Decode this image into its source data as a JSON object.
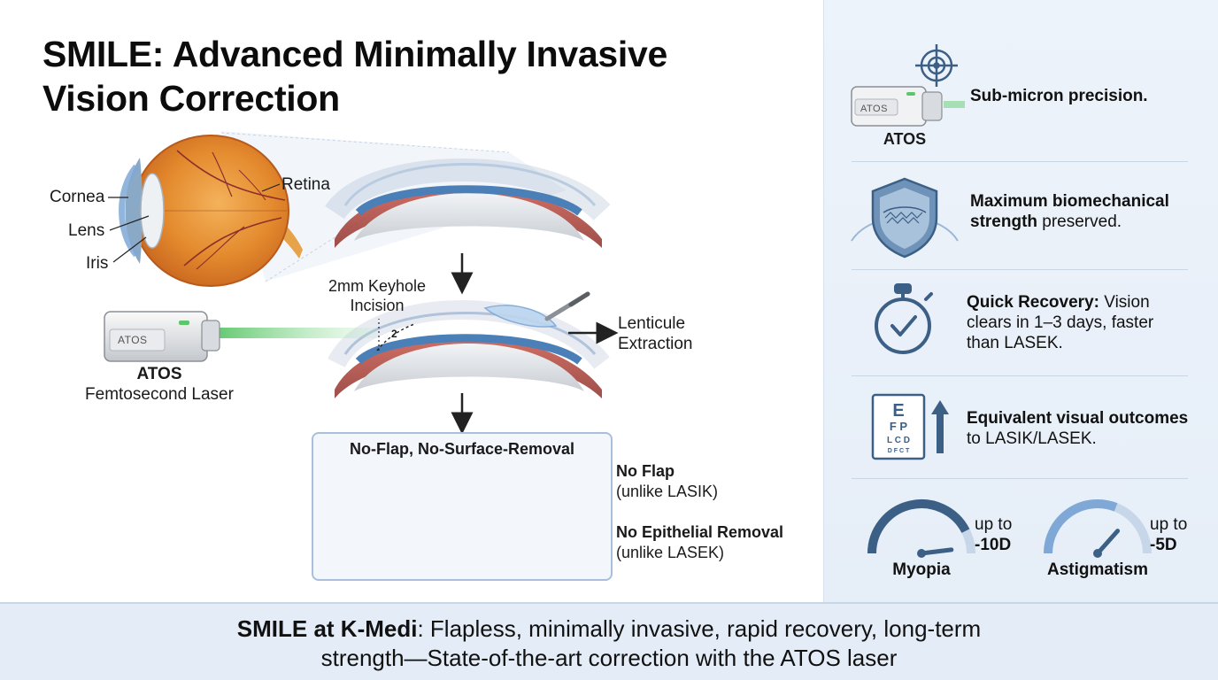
{
  "title": {
    "line1": "SMILE: Advanced Minimally Invasive",
    "line2": "Vision Correction"
  },
  "eye_labels": {
    "cornea": "Cornea",
    "lens": "Lens",
    "iris": "Iris",
    "retina": "Retina"
  },
  "laser": {
    "device_text": "ATOS",
    "name": "ATOS",
    "subtitle": "Femtosecond Laser"
  },
  "procedure": {
    "incision_line1": "2mm Keyhole",
    "incision_line2": "Incision",
    "incision_marker": "2",
    "extraction_line1": "Lenticule",
    "extraction_line2": "Extraction"
  },
  "comparison": {
    "heading": "No-Flap, No-Surface-Removal",
    "no_flap_title": "No Flap",
    "no_flap_sub": "(unlike LASIK)",
    "no_epi_title": "No Epithelial Removal",
    "no_epi_sub": "(unlike LASEK)"
  },
  "features": {
    "precision": {
      "device_text": "ATOS",
      "device_label": "ATOS",
      "text": "Sub-micron precision."
    },
    "strength": {
      "bold": "Maximum biomechanical strength",
      "rest": " preserved."
    },
    "recovery": {
      "bold": "Quick Recovery:",
      "rest": " Vision clears in 1–3 days, faster than LASEK."
    },
    "outcomes": {
      "bold": "Equivalent visual outcomes",
      "rest": " to LASIK/LASEK.",
      "chart_rows": [
        "E",
        "F P",
        "L C D",
        "D F C T"
      ]
    },
    "ranges": [
      {
        "pre": "up to",
        "value": "-10D",
        "label": "Myopia",
        "level": 0.85
      },
      {
        "pre": "up to",
        "value": "-5D",
        "label": "Astigmatism",
        "level": 0.62
      }
    ]
  },
  "footer": {
    "bold": "SMILE at K-Medi",
    "rest": ": Flapless, minimally invasive, rapid recovery, long-term strength—State-of-the-art correction with the ATOS laser"
  },
  "colors": {
    "accent_blue": "#3c5f86",
    "laser_green": "#5dc66a",
    "eye_orange": "#e08a2c",
    "cornea_blue": "#7fa8d6",
    "tissue_red": "#b24a3f",
    "panel_bg": "#e9f0f8"
  }
}
